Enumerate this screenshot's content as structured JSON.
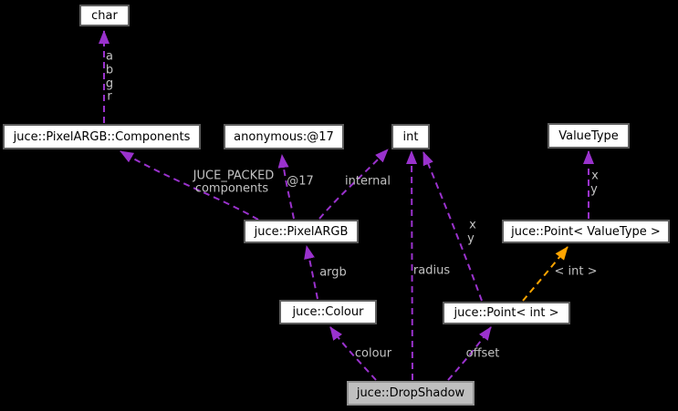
{
  "diagram": {
    "kind": "collaboration-graph",
    "colors": {
      "background": "#000000",
      "node_fill": "#ffffff",
      "node_border": "#5d5d5d",
      "node_text": "#000000",
      "highlight_node_fill": "#bfbfbf",
      "highlight_node_border": "#929292",
      "edge": "#9a32cd",
      "template_edge": "#ffa500",
      "edge_label_text": "#c2c2c2"
    },
    "nodes": {
      "char": {
        "label": "char"
      },
      "pixel_argb_components": {
        "label": "juce::PixelARGB::Components"
      },
      "anonymous_17": {
        "label": "anonymous:@17"
      },
      "int": {
        "label": "int"
      },
      "value_type": {
        "label": "ValueType"
      },
      "pixel_argb": {
        "label": "juce::PixelARGB"
      },
      "point_value_type": {
        "label": "juce::Point< ValueType >"
      },
      "colour": {
        "label": "juce::Colour"
      },
      "point_int": {
        "label": "juce::Point< int >"
      },
      "drop_shadow": {
        "label": "juce::DropShadow"
      }
    },
    "edge_labels": {
      "a": "a",
      "b": "b",
      "g": "g",
      "r": "r",
      "juce_packed": "JUCE_PACKED",
      "components": "components",
      "at17": "@17",
      "internal": "internal",
      "argb": "argb",
      "radius": "radius",
      "point_int_x": "x",
      "point_int_y": "y",
      "point_valuetype_x": "x",
      "point_valuetype_y": "y",
      "colour_member": "colour",
      "offset": "offset",
      "template_instantiation": "< int >"
    },
    "edges": [
      {
        "from": "juce::PixelARGB::Components",
        "to": "char",
        "labels": [
          "a",
          "b",
          "g",
          "r"
        ],
        "style": "dashed",
        "relation": "usage"
      },
      {
        "from": "juce::PixelARGB",
        "to": "juce::PixelARGB::Components",
        "labels": [
          "JUCE_PACKED",
          "components"
        ],
        "style": "dashed",
        "relation": "usage"
      },
      {
        "from": "juce::PixelARGB",
        "to": "anonymous:@17",
        "labels": [
          "@17"
        ],
        "style": "dashed",
        "relation": "usage"
      },
      {
        "from": "juce::PixelARGB",
        "to": "int",
        "labels": [
          "internal"
        ],
        "style": "dashed",
        "relation": "usage"
      },
      {
        "from": "juce::Colour",
        "to": "juce::PixelARGB",
        "labels": [
          "argb"
        ],
        "style": "dashed",
        "relation": "usage"
      },
      {
        "from": "juce::DropShadow",
        "to": "juce::Colour",
        "labels": [
          "colour"
        ],
        "style": "dashed",
        "relation": "usage"
      },
      {
        "from": "juce::DropShadow",
        "to": "int",
        "labels": [
          "radius"
        ],
        "style": "dashed",
        "relation": "usage"
      },
      {
        "from": "juce::DropShadow",
        "to": "juce::Point< int >",
        "labels": [
          "offset"
        ],
        "style": "dashed",
        "relation": "usage"
      },
      {
        "from": "juce::Point< int >",
        "to": "int",
        "labels": [
          "x",
          "y"
        ],
        "style": "dashed",
        "relation": "usage"
      },
      {
        "from": "juce::Point< ValueType >",
        "to": "ValueType",
        "labels": [
          "x",
          "y"
        ],
        "style": "dashed",
        "relation": "usage"
      },
      {
        "from": "juce::Point< int >",
        "to": "juce::Point< ValueType >",
        "labels": [
          "< int >"
        ],
        "style": "dashed",
        "relation": "template-instantiation"
      }
    ]
  }
}
